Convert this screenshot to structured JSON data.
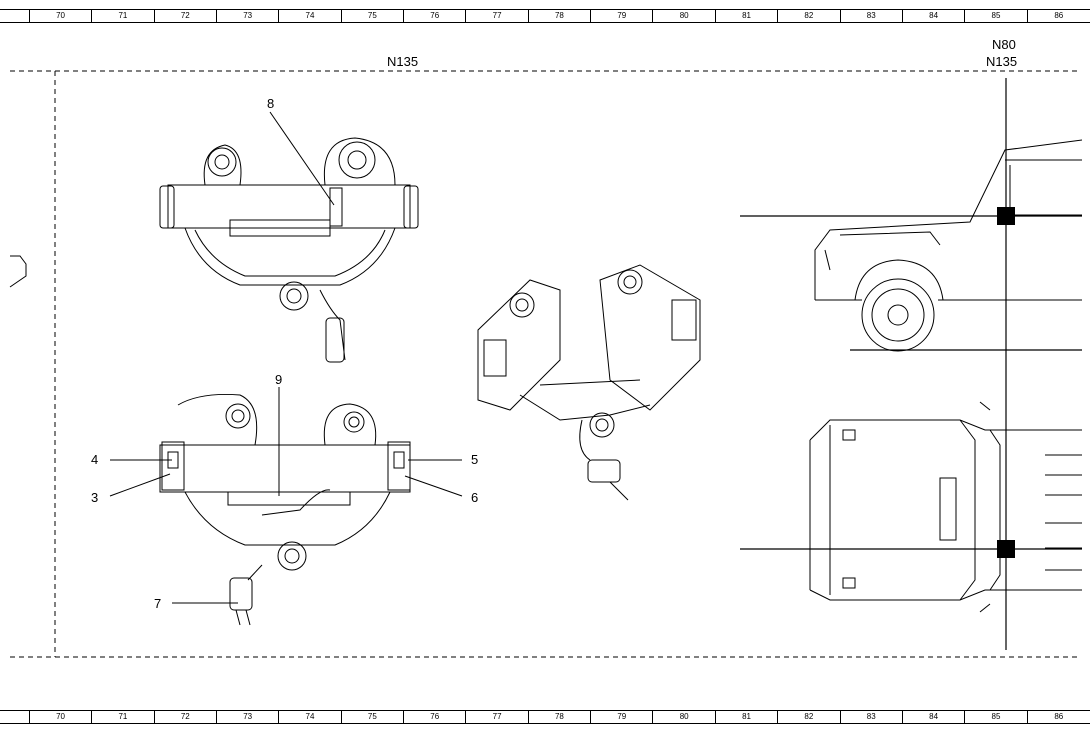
{
  "ruler_columns": [
    "70",
    "71",
    "72",
    "73",
    "74",
    "75",
    "76",
    "77",
    "78",
    "79",
    "80",
    "81",
    "82",
    "83",
    "84",
    "85",
    "86"
  ],
  "labels": {
    "zone_left": "N135",
    "zone_right_top": "N80",
    "zone_right_bottom": "N135"
  },
  "callouts": {
    "c3": "3",
    "c4": "4",
    "c5": "5",
    "c6": "6",
    "c7": "7",
    "c8": "8",
    "c9": "9"
  }
}
